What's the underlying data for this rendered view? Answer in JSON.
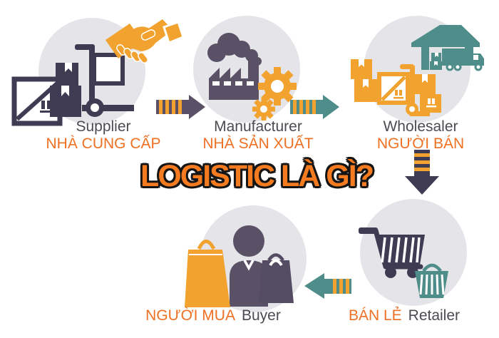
{
  "title": "LOGISTIC LÀ GÌ?",
  "colors": {
    "circle_gray": "#E5E4E8",
    "orange_icon": "#F2A22E",
    "orange_text": "#EE7023",
    "title_orange": "#F47B20",
    "title_outline": "#151515",
    "dark": "#3E3B53",
    "purple": "#5A5166",
    "bag_dark": "#544C63",
    "teal": "#4F8D8B",
    "label_dark": "#4C4B52",
    "stripe_orange": "#F2A22E"
  },
  "nodes": [
    {
      "id": "supplier",
      "label_en": "Supplier",
      "label_vi": "NHÀ CUNG CẤP",
      "icons": [
        "handshake-icon",
        "crate-icon",
        "boxes-icon",
        "hand-truck-icon"
      ]
    },
    {
      "id": "manufacturer",
      "label_en": "Manufacturer",
      "label_vi": "NHÀ SẢN XUẤT",
      "icons": [
        "factory-icon",
        "smoke-icon",
        "gears-icon"
      ]
    },
    {
      "id": "wholesaler",
      "label_en": "Wholesaler",
      "label_vi": "NGƯỜI BÁN",
      "icons": [
        "warehouse-icon",
        "truck-icon",
        "boxes-icon",
        "crate-icon",
        "hand-truck-icon"
      ]
    },
    {
      "id": "retailer",
      "label_en": "Retailer",
      "label_vi": "BÁN LẺ",
      "icons": [
        "shopping-cart-icon",
        "shopping-basket-icon"
      ]
    },
    {
      "id": "buyer",
      "label_en": "Buyer",
      "label_vi": "NGƯỜI MUA",
      "icons": [
        "person-icon",
        "shopping-bag-icon",
        "shopping-bag-icon"
      ]
    }
  ],
  "edges": [
    {
      "from": "supplier",
      "to": "manufacturer"
    },
    {
      "from": "manufacturer",
      "to": "wholesaler"
    },
    {
      "from": "wholesaler",
      "to": "retailer"
    },
    {
      "from": "retailer",
      "to": "buyer"
    }
  ]
}
